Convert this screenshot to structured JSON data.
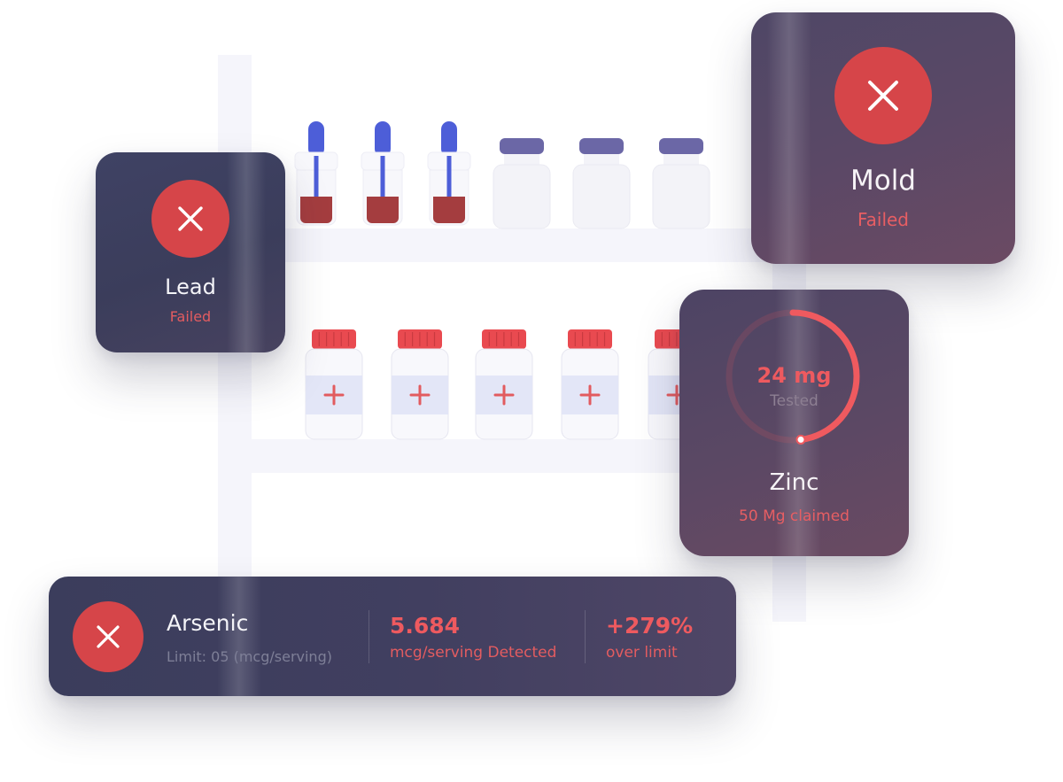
{
  "colors": {
    "accent_red": "#d64549",
    "text_red": "#e75e63",
    "card_dark": "#3b3d5c",
    "card_plum": "#5a4866",
    "shelf": "#f5f5fb"
  },
  "shelf_items": {
    "top_row": [
      {
        "kind": "dropper",
        "icon": "dropper-bottle-icon"
      },
      {
        "kind": "dropper",
        "icon": "dropper-bottle-icon"
      },
      {
        "kind": "dropper",
        "icon": "dropper-bottle-icon"
      },
      {
        "kind": "jar",
        "icon": "capsule-jar-icon"
      },
      {
        "kind": "jar",
        "icon": "capsule-jar-icon"
      },
      {
        "kind": "jar",
        "icon": "capsule-jar-icon"
      }
    ],
    "bottom_row": [
      {
        "kind": "pill-bottle",
        "icon": "medicine-bottle-icon"
      },
      {
        "kind": "pill-bottle",
        "icon": "medicine-bottle-icon"
      },
      {
        "kind": "pill-bottle",
        "icon": "medicine-bottle-icon"
      },
      {
        "kind": "pill-bottle",
        "icon": "medicine-bottle-icon"
      },
      {
        "kind": "pill-bottle",
        "icon": "medicine-bottle-icon"
      }
    ]
  },
  "cards": {
    "lead": {
      "name": "Lead",
      "status": "Failed",
      "icon": "close-icon"
    },
    "mold": {
      "name": "Mold",
      "status": "Failed",
      "icon": "close-icon"
    },
    "zinc": {
      "amount": "24 mg",
      "amount_label": "Tested",
      "name": "Zinc",
      "claimed": "50 Mg claimed",
      "progress_fraction": 0.48
    },
    "arsenic": {
      "name": "Arsenic",
      "limit": "Limit: 05 (mcg/serving)",
      "detected_value": "5.684",
      "detected_label": "mcg/serving Detected",
      "over_value": "+279%",
      "over_label": "over limit",
      "icon": "close-icon"
    }
  }
}
